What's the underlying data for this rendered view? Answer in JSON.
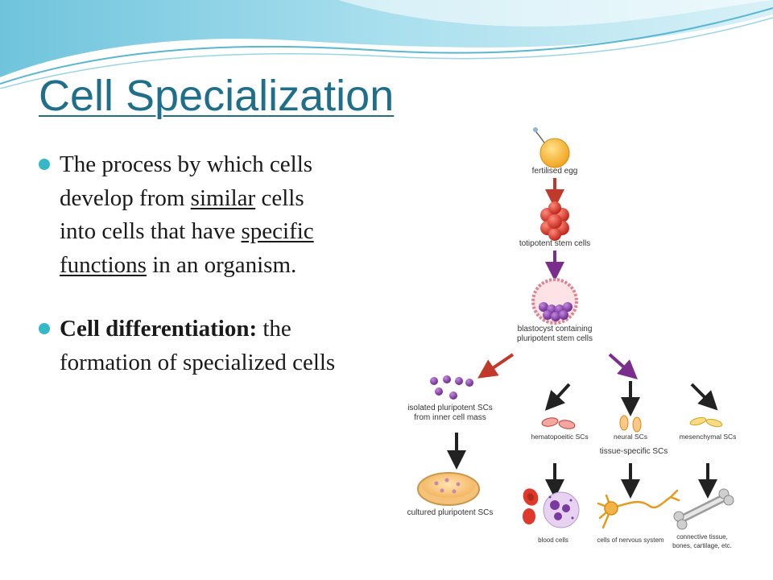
{
  "slide": {
    "title": "Cell Specialization",
    "bullets": [
      {
        "part1": "The process by which cells develop from ",
        "em1": "similar",
        "part2": " cells into cells that have ",
        "em2": "specific functions",
        "part3": " in an organism."
      },
      {
        "term": "Cell differentiation:",
        "rest": " the formation of specialized cells"
      }
    ]
  },
  "figure": {
    "fertilised_egg": "fertilised egg",
    "totipotent": "totipotent stem cells",
    "blastocyst_line1": "blastocyst containing",
    "blastocyst_line2": "pluripotent stem cells",
    "isolated_line1": "isolated pluripotent SCs",
    "isolated_line2": "from inner cell mass",
    "hematopoeitic": "hematopoeitic SCs",
    "neural": "neural SCs",
    "mesenchymal": "mesenchymal SCs",
    "tissue_specific": "tissue-specific SCs",
    "cultured": "cultured pluripotent SCs",
    "blood": "blood cells",
    "nervous": "cells of nervous system",
    "connective_line1": "connective tissue,",
    "connective_line2": "bones, cartilage, etc."
  },
  "colors": {
    "title": "#1f6f8b",
    "bullet": "#35b9c6",
    "arrow_red": "#c0392b",
    "arrow_purple": "#7b2d8e"
  }
}
